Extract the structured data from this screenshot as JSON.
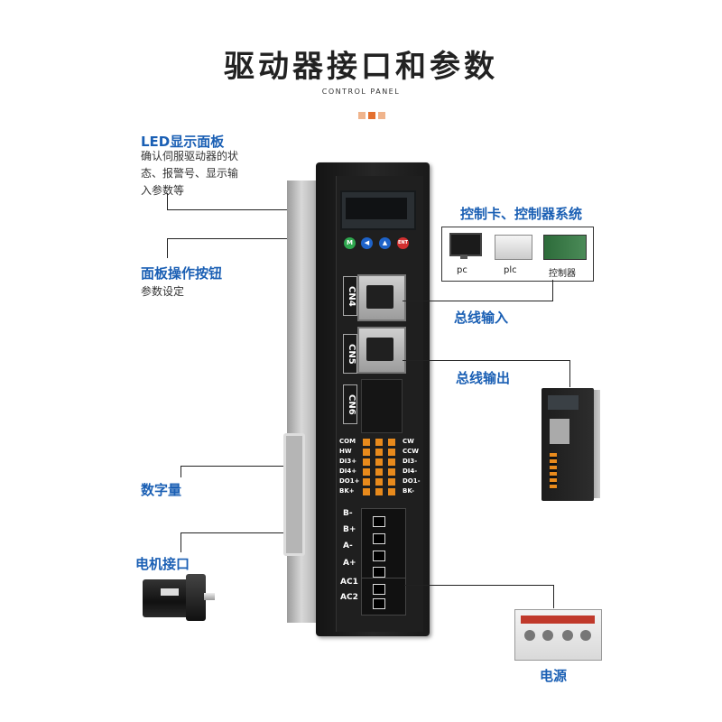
{
  "header": {
    "title": "驱动器接口和参数",
    "subtitle": "CONTROL PANEL",
    "dot_colors": [
      "#f0b48c",
      "#e4702e",
      "#f0b48c"
    ]
  },
  "callouts": {
    "led_panel": {
      "title": "LED显示面板",
      "desc": [
        "确认伺服驱动器的状",
        "态、报警号、显示输",
        "入参数等"
      ]
    },
    "panel_buttons": {
      "title": "面板操作按钮",
      "desc": "参数设定"
    },
    "control_system": "控制卡、控制器系统",
    "bus_in": "总线输入",
    "bus_out": "总线输出",
    "digital": "数字量",
    "motor_interface": "电机接口",
    "power": "电源"
  },
  "devices": {
    "pc": "pc",
    "plc": "plc",
    "controller": "控制器"
  },
  "driver": {
    "buttons": [
      "M",
      "◀",
      "▲",
      "ENT"
    ],
    "button_colors": [
      "#2fa84f",
      "#1e63c9",
      "#1e63c9",
      "#d23030"
    ],
    "ports": [
      "CN4",
      "CN5",
      "CN6"
    ],
    "left_pins": [
      "COM",
      "HW",
      "DI3+",
      "DI4+",
      "DO1+",
      "BK+"
    ],
    "right_pins": [
      "CW",
      "CCW",
      "DI3-",
      "DI4-",
      "DO1-",
      "BK-"
    ],
    "motor_pins": [
      "B-",
      "B+",
      "A-",
      "A+"
    ],
    "power_pins": [
      "AC1",
      "AC2"
    ]
  }
}
